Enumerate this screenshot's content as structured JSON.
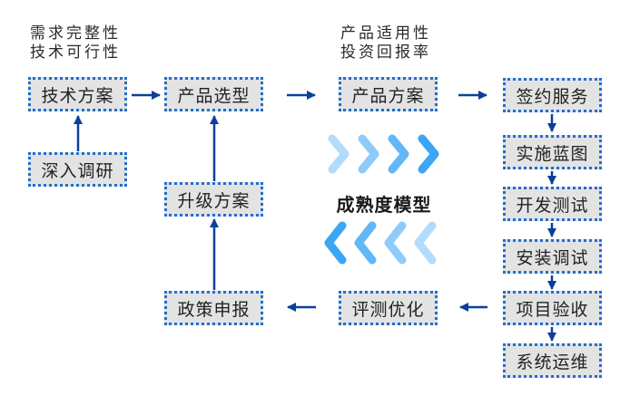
{
  "annotations": {
    "left": [
      "需求完整性",
      "技术可行性"
    ],
    "middle": [
      "产品适用性",
      "投资回报率"
    ]
  },
  "center_title": "成熟度模型",
  "nodes": {
    "tech_plan": "技术方案",
    "research": "深入调研",
    "product_selection": "产品选型",
    "upgrade_plan": "升级方案",
    "policy_report": "政策申报",
    "product_plan": "产品方案",
    "evaluation": "评测优化",
    "contract_service": "签约服务",
    "implementation_blueprint": "实施蓝图",
    "dev_test": "开发测试",
    "install_debug": "安装调试",
    "project_acceptance": "项目验收",
    "system_ops": "系统运维"
  },
  "edges": [
    {
      "from": "research",
      "to": "tech_plan"
    },
    {
      "from": "tech_plan",
      "to": "product_selection"
    },
    {
      "from": "product_selection",
      "to": "product_plan"
    },
    {
      "from": "product_plan",
      "to": "contract_service"
    },
    {
      "from": "contract_service",
      "to": "implementation_blueprint"
    },
    {
      "from": "implementation_blueprint",
      "to": "dev_test"
    },
    {
      "from": "dev_test",
      "to": "install_debug"
    },
    {
      "from": "install_debug",
      "to": "project_acceptance"
    },
    {
      "from": "project_acceptance",
      "to": "system_ops"
    },
    {
      "from": "project_acceptance",
      "to": "evaluation"
    },
    {
      "from": "evaluation",
      "to": "policy_report"
    },
    {
      "from": "policy_report",
      "to": "upgrade_plan"
    },
    {
      "from": "upgrade_plan",
      "to": "product_selection"
    }
  ],
  "colors": {
    "box_fill": "#e3e3e3",
    "box_border": "#1f6fd1",
    "arrow": "#0b3f9c",
    "chevrons": [
      "#b3dcfb",
      "#8fcbf9",
      "#63b7f7",
      "#3aa6f4"
    ]
  }
}
